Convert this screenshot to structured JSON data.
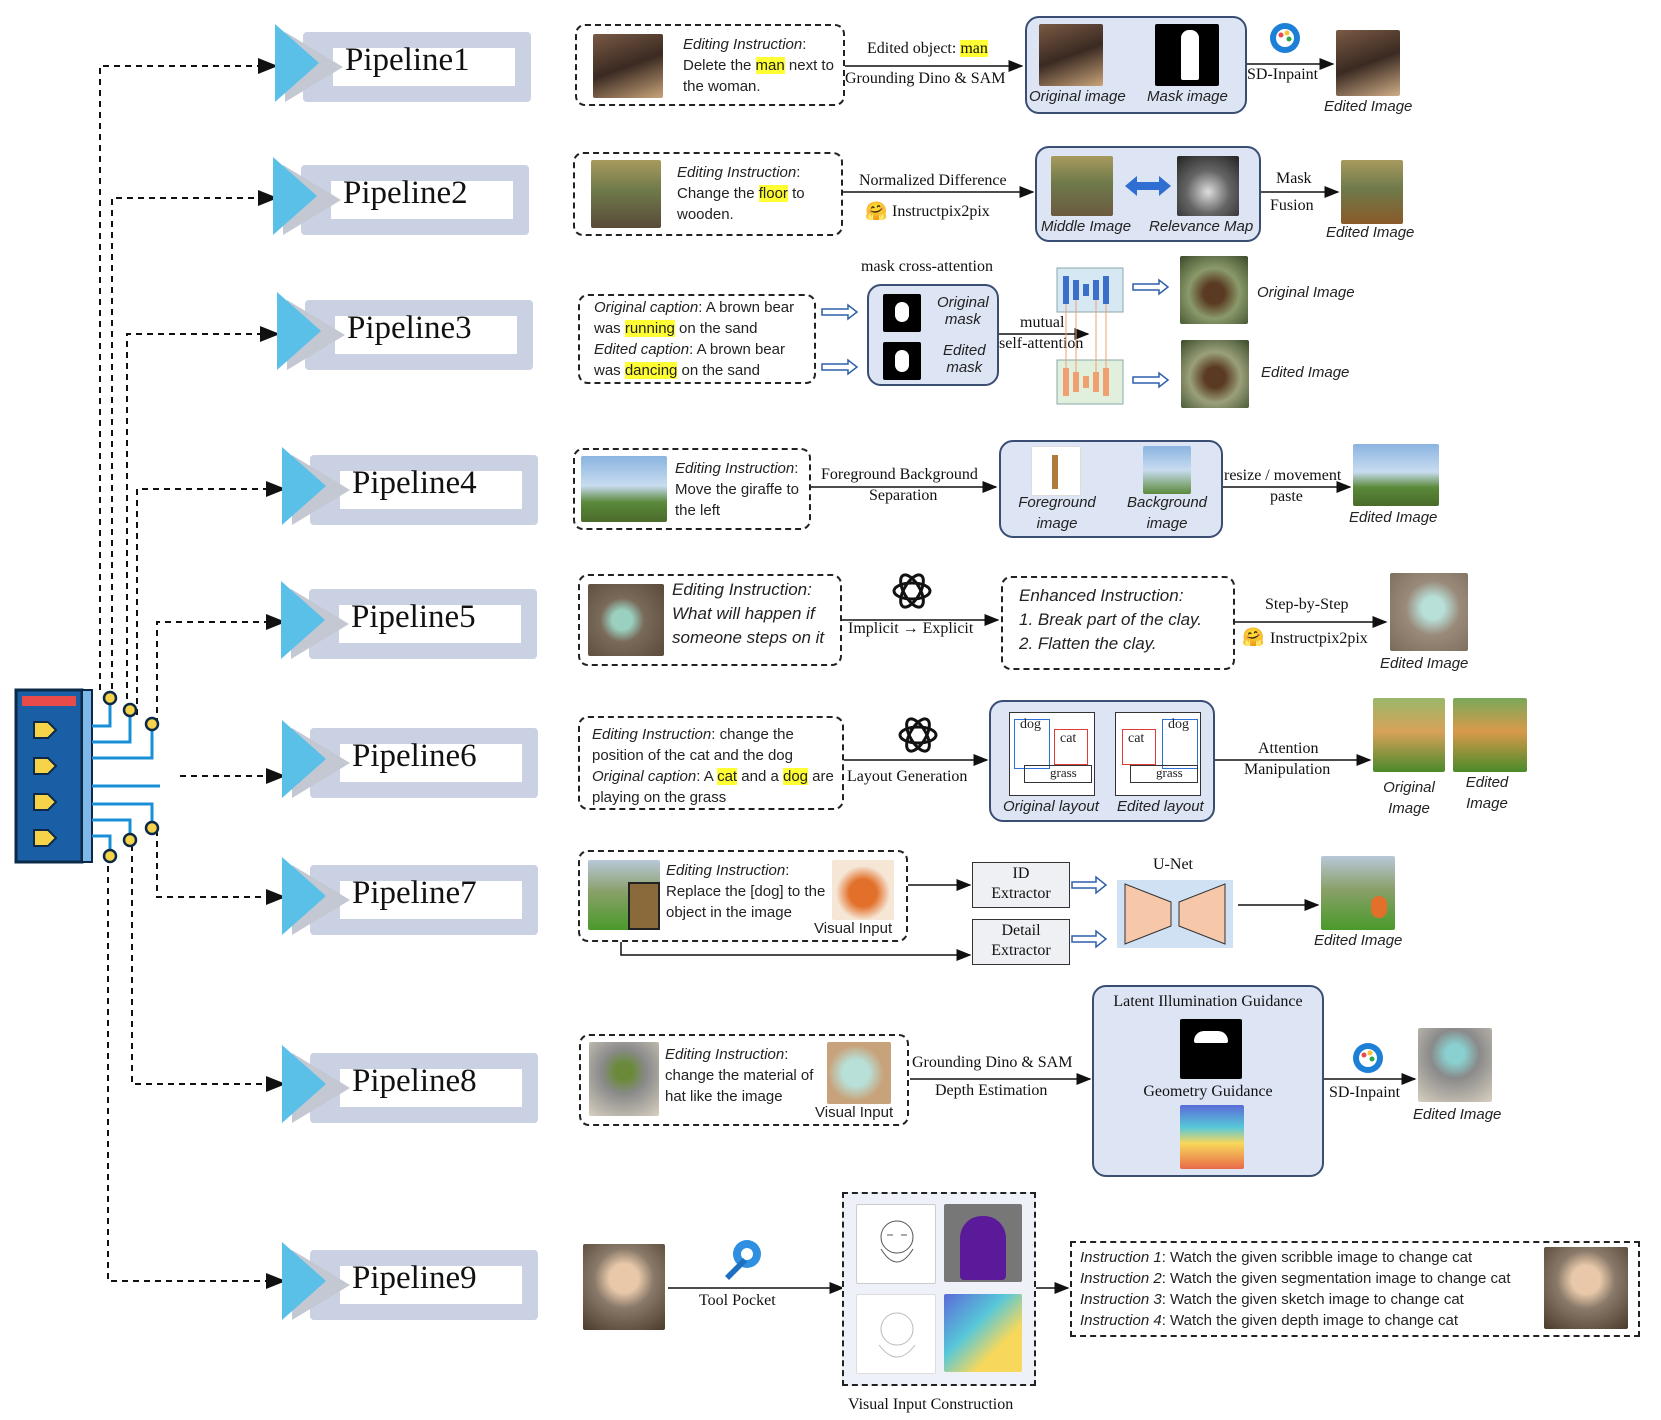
{
  "pipelines": [
    "Pipeline1",
    "Pipeline2",
    "Pipeline3",
    "Pipeline4",
    "Pipeline5",
    "Pipeline6",
    "Pipeline7",
    "Pipeline8",
    "Pipeline9"
  ],
  "common": {
    "editing_instruction": "Editing Instruction",
    "colon": ":",
    "edited_image": "Edited Image",
    "original_image": "Original Image",
    "visual_input": "Visual Input",
    "sd_inpaint": "SD-Inpaint",
    "instructpix2pix": "Instructpix2pix"
  },
  "p1": {
    "instr_pre": "Delete the ",
    "instr_hl": "man",
    "instr_post": " next to the woman.",
    "edited_object_label": "Edited object: ",
    "edited_object_value": "man",
    "tool": "Grounding Dino & SAM",
    "original_image": "Original  image",
    "mask_image": "Mask image"
  },
  "p2": {
    "instr_pre": "Change the ",
    "instr_hl": "floor",
    "instr_post": " to wooden.",
    "normalized_difference": "Normalized Difference",
    "middle_image": "Middle Image",
    "relevance_map": "Relevance Map",
    "mask": "Mask",
    "fusion": "Fusion"
  },
  "p3": {
    "original_caption_label": "Original caption",
    "original_caption_pre": " A brown bear was ",
    "original_caption_hl": "running",
    "original_caption_post": " on the sand",
    "edited_caption_label": "Edited caption",
    "edited_caption_pre": " A brown bear was ",
    "edited_caption_hl": "dancing",
    "edited_caption_post": " on the sand",
    "mask_cross_attention": "mask cross-attention",
    "original_mask_1": "Original",
    "original_mask_2": "mask",
    "edited_mask_1": "Edited",
    "edited_mask_2": "mask",
    "mutual": "mutual",
    "self_attention": "self-attention"
  },
  "p4": {
    "instr": "Move the giraffe to the left",
    "separation_1": "Foreground Background",
    "separation_2": "Separation",
    "foreground_1": "Foreground",
    "foreground_2": "image",
    "background_1": "Background",
    "background_2": "image",
    "resize": "resize / movement",
    "paste": "paste"
  },
  "p5": {
    "instr": "What will happen if someone steps on it",
    "implicit_explicit": "Implicit → Explicit",
    "enhanced_title": "Enhanced Instruction:",
    "enhanced_items": [
      "1.   Break part of the clay.",
      "2.   Flatten the clay."
    ],
    "step": "Step-by-Step"
  },
  "p6": {
    "instr_1": " change the position of the cat and the dog",
    "original_caption_label": "Original caption",
    "caption_pre": " A ",
    "caption_hl1": "cat",
    "caption_mid": " and a ",
    "caption_hl2": "dog",
    "caption_post": " are playing on the grass",
    "layout_generation": "Layout Generation",
    "dog": "dog",
    "cat": "cat",
    "grass": "grass",
    "original_layout": "Original layout",
    "edited_layout": "Edited layout",
    "attention_1": "Attention",
    "attention_2": "Manipulation",
    "original_1": "Original",
    "original_2": "Image",
    "edited_1": "Edited",
    "edited_2": "Image"
  },
  "p7": {
    "instr": "Replace the [dog] to the object in the image",
    "id_1": "ID",
    "id_2": "Extractor",
    "detail_1": "Detail",
    "detail_2": "Extractor",
    "unet": "U-Net"
  },
  "p8": {
    "instr": "change the material of hat like the image",
    "grounding": "Grounding Dino & SAM",
    "depth": "Depth Estimation",
    "latent": "Latent Illumination Guidance",
    "geometry": "Geometry Guidance"
  },
  "p9": {
    "tool_pocket": "Tool Pocket",
    "visual_input_construction": "Visual Input Construction",
    "instructions": [
      {
        "label": "Instruction 1",
        "text": " Watch the given scribble image to change cat"
      },
      {
        "label": "Instruction 2",
        "text": " Watch the given segmentation image to change cat"
      },
      {
        "label": "Instruction 3",
        "text": " Watch the given sketch image to change cat"
      },
      {
        "label": "Instruction 4",
        "text": " Watch the given depth image to change cat"
      }
    ]
  },
  "colors": {
    "banner_blue": "#5bc0e8",
    "banner_bg": "#c9d1e3",
    "highlight": "#ffff33",
    "module_fill": "#dde5f4",
    "arrow_blue": "#2f6fd1"
  }
}
